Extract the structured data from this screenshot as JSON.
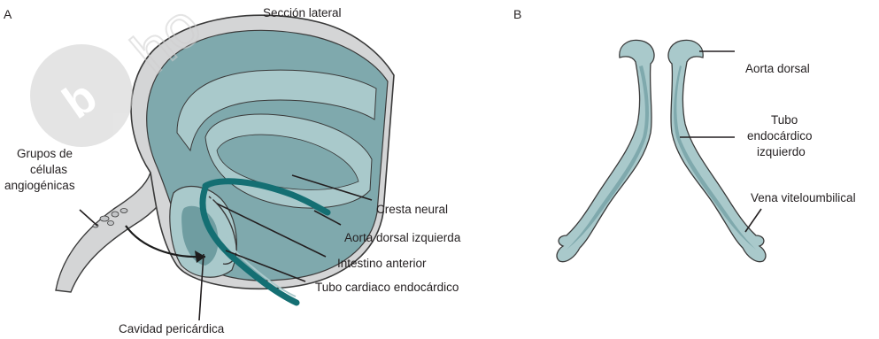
{
  "panels": {
    "a": "A",
    "b": "B"
  },
  "watermark_text": "ho",
  "labels": {
    "seccion_lateral": "Sección lateral",
    "grupos_1": "Grupos de",
    "grupos_2": "células",
    "grupos_3": "angiogénicas",
    "cresta_neural": "Cresta neural",
    "aorta_dorsal_izquierda": "Aorta dorsal izquierda",
    "intestino_anterior": "Intestino anterior",
    "tubo_cardiaco": "Tubo cardiaco endocárdico",
    "cavidad_pericardica": "Cavidad pericárdica",
    "aorta_dorsal": "Aorta dorsal",
    "tubo_1": "Tubo",
    "tubo_2": "endocárdico",
    "tubo_3": "izquierdo",
    "vena_viteloumbilical": "Vena viteloumbilical"
  },
  "colors": {
    "tissue_light": "#a9c9cb",
    "tissue_mid": "#7fa9ad",
    "tissue_dark": "#5f8f94",
    "vessel_teal": "#146f73",
    "ectoderm_grey": "#d4d5d6",
    "outline": "#3a3a3a",
    "watermark": "#cfcfcf"
  }
}
